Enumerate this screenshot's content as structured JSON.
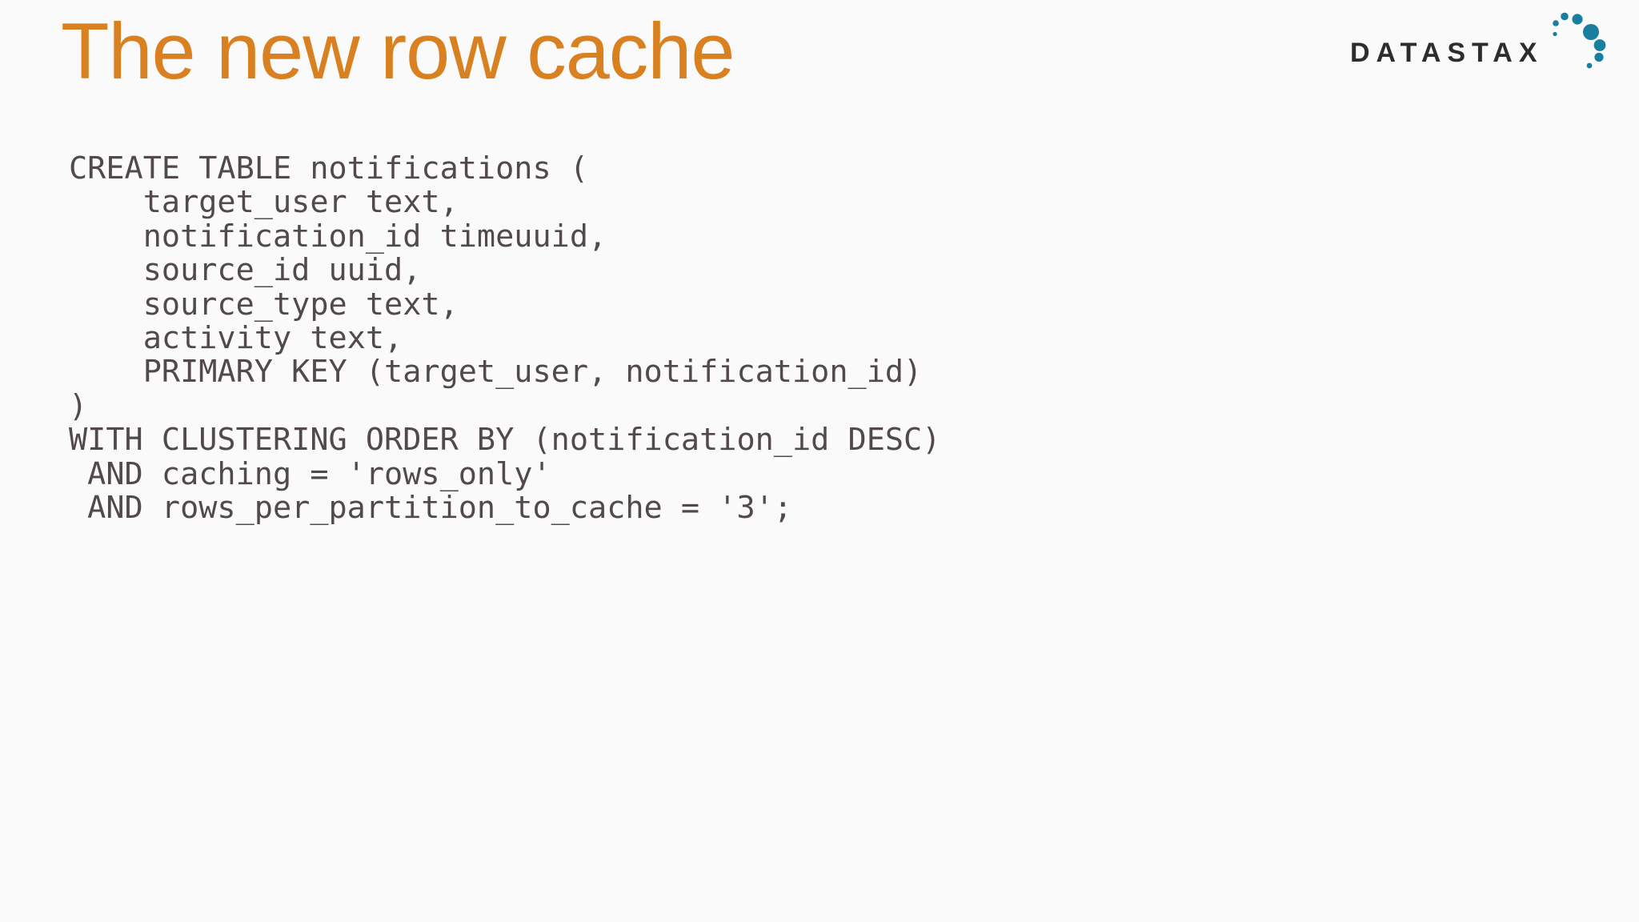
{
  "slide": {
    "title": "The new row cache",
    "title_color": "#d98120",
    "background_color": "#fafafa"
  },
  "logo": {
    "text": "DATASTAX",
    "text_color": "#2d2d2d",
    "dot_color": "#1a7f9e"
  },
  "code": {
    "text_color": "#524a4a",
    "lines": [
      "CREATE TABLE notifications (",
      "    target_user text,",
      "    notification_id timeuuid,",
      "    source_id uuid,",
      "    source_type text,",
      "    activity text,",
      "    PRIMARY KEY (target_user, notification_id)",
      ")",
      "WITH CLUSTERING ORDER BY (notification_id DESC)",
      " AND caching = 'rows_only'",
      " AND rows_per_partition_to_cache = '3';"
    ]
  }
}
